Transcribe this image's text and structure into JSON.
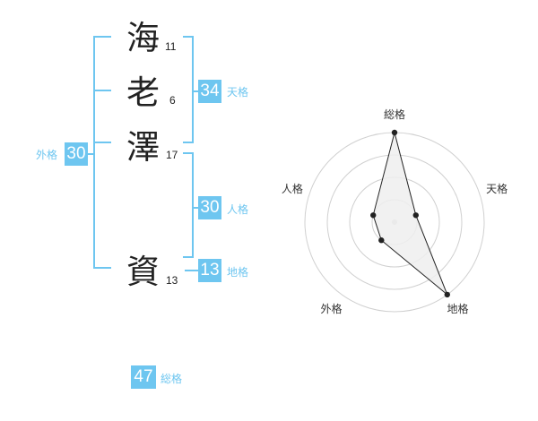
{
  "name": [
    {
      "char": "海",
      "strokes": "11"
    },
    {
      "char": "老",
      "strokes": "6"
    },
    {
      "char": "澤",
      "strokes": "17"
    },
    {
      "char": "資",
      "strokes": "13"
    }
  ],
  "kakusu": {
    "tenkaku": {
      "value": "34",
      "label": "天格"
    },
    "jinkaku": {
      "value": "30",
      "label": "人格"
    },
    "chikaku": {
      "value": "13",
      "label": "地格"
    },
    "gaikaku": {
      "value": "30",
      "label": "外格"
    },
    "soukaku": {
      "value": "47",
      "label": "総格"
    }
  },
  "colors": {
    "accent": "#6ec6f0",
    "text": "#222222",
    "radar_fill": "#eeeeee"
  },
  "chart_data": {
    "type": "radar",
    "axes": [
      "総格",
      "天格",
      "地格",
      "外格",
      "人格"
    ],
    "series": [
      {
        "values": [
          4,
          1,
          4,
          1,
          1
        ]
      }
    ],
    "scale_max": 4,
    "rings": 4
  }
}
